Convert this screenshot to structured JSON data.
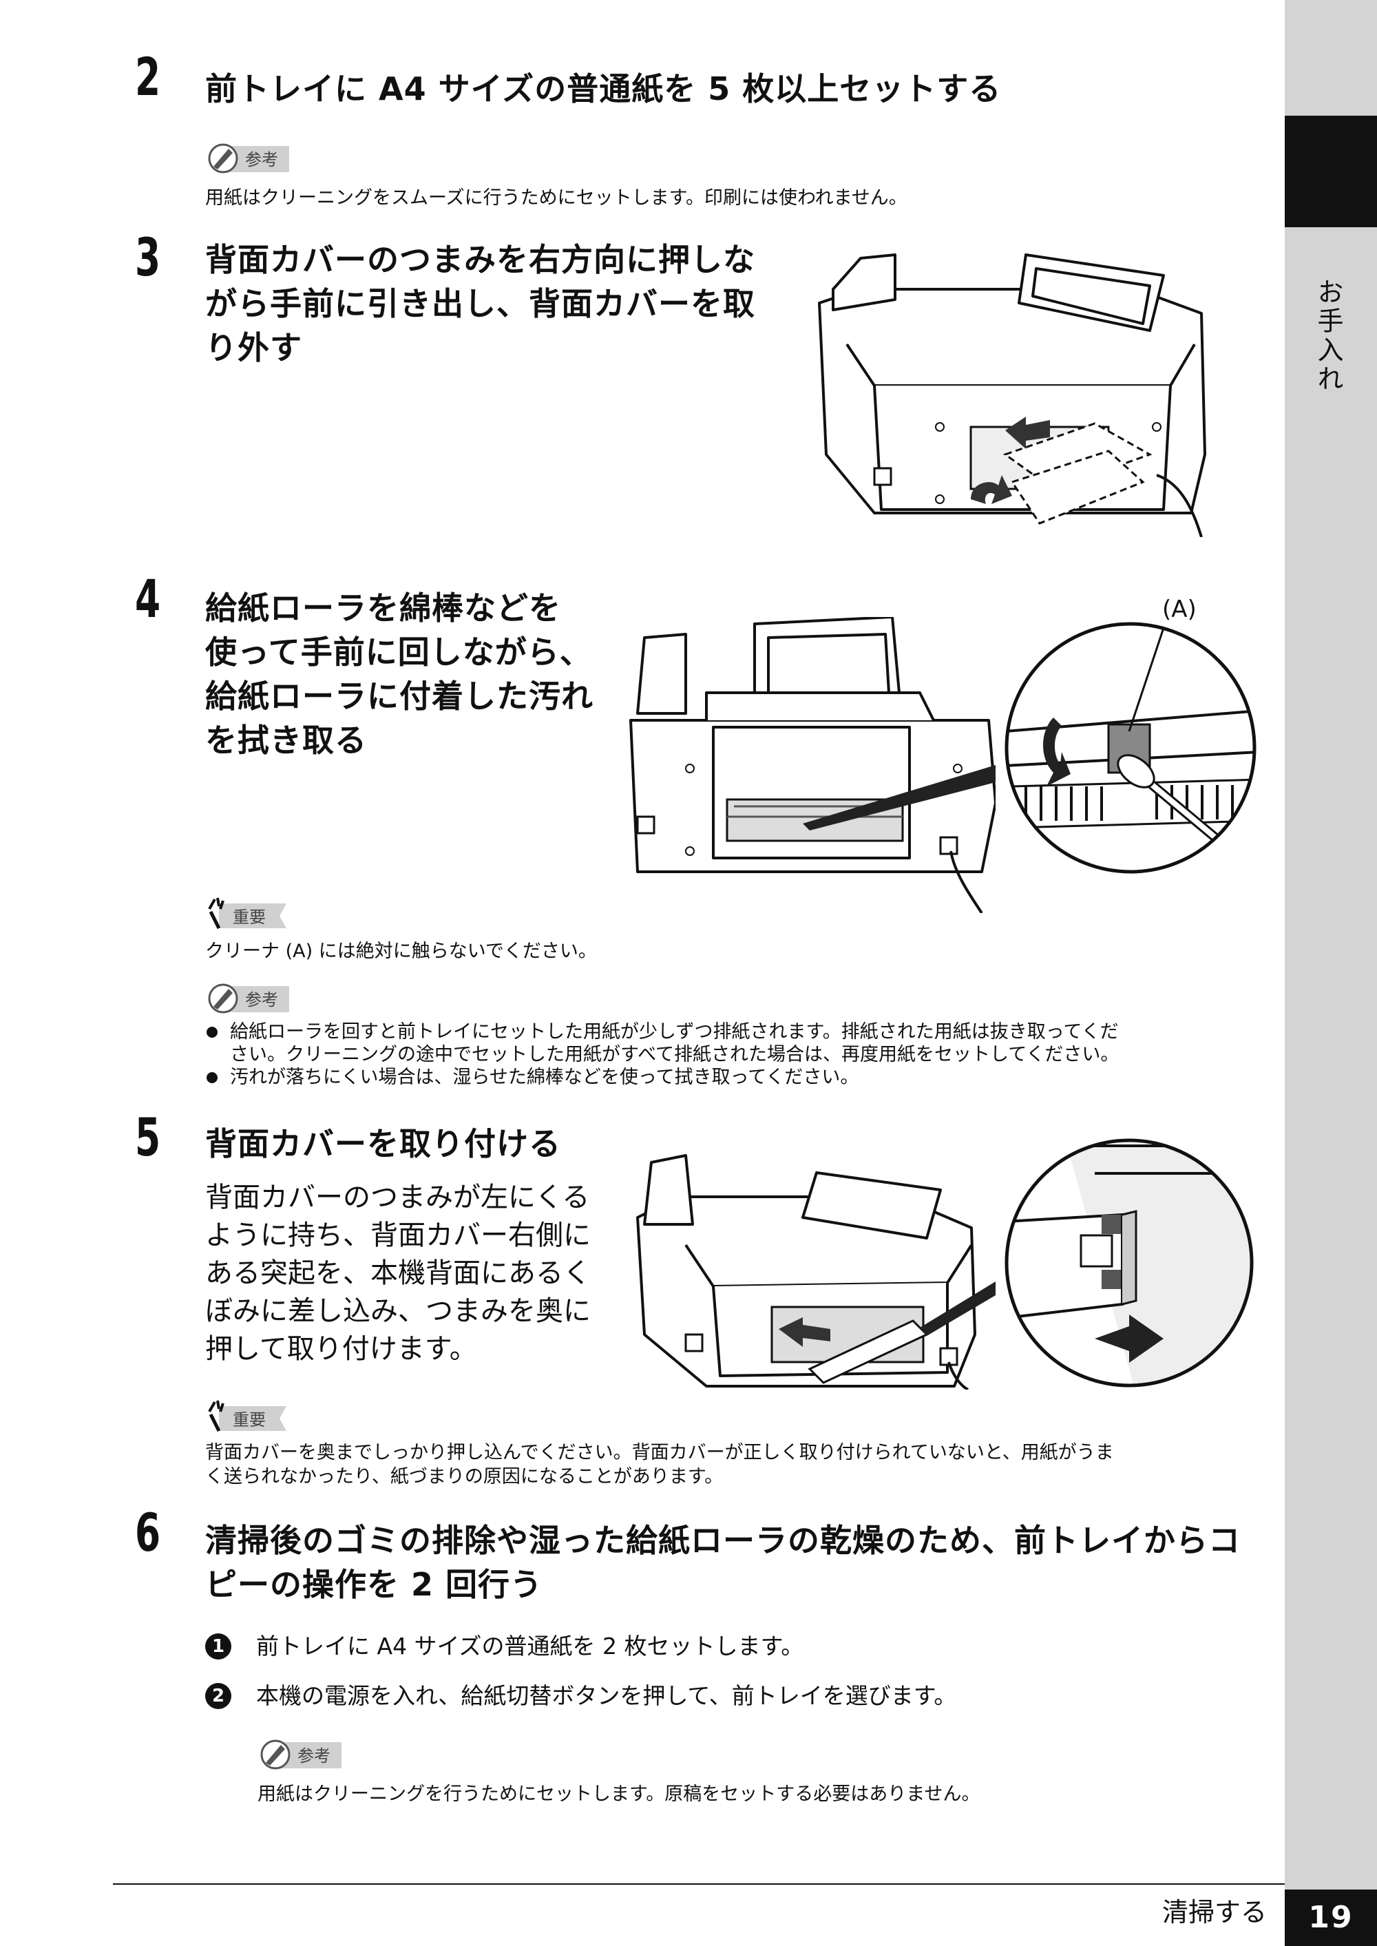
{
  "sidebar": {
    "label": "お手入れ"
  },
  "footer": {
    "section": "清掃する",
    "page_number": "19"
  },
  "steps": [
    {
      "number": "2",
      "heading": "前トレイに A4 サイズの普通紙を 5 枚以上セットする"
    },
    {
      "number": "3",
      "heading_lines": [
        "背面カバーのつまみを右方向に押しな",
        "がら手前に引き出し、背面カバーを取",
        "り外す"
      ]
    },
    {
      "number": "4",
      "heading_lines": [
        "給紙ローラを綿棒などを",
        "使って手前に回しながら、",
        "給紙ローラに付着した汚れ",
        "を拭き取る"
      ]
    },
    {
      "number": "5",
      "heading": "背面カバーを取り付ける",
      "body_lines": [
        "背面カバーのつまみが左にくる",
        "ように持ち、背面カバー右側に",
        "ある突起を、本機背面にあるく",
        "ぼみに差し込み、つまみを奥に",
        "押して取り付けます。"
      ]
    },
    {
      "number": "6",
      "heading_lines": [
        "清掃後のゴミの排除や湿った給紙ローラの乾燥のため、前トレイからコ",
        "ピーの操作を 2 回行う"
      ],
      "substeps": [
        {
          "marker": "1",
          "text": "前トレイに A4 サイズの普通紙を 2 枚セットします。"
        },
        {
          "marker": "2",
          "text": "本機の電源を入れ、給紙切替ボタンを押して、前トレイを選びます。"
        }
      ]
    }
  ],
  "notes": {
    "label_reference": "参考",
    "label_important": "重要",
    "step2_note": "用紙はクリーニングをスムーズに行うためにセットします。印刷には使われません。",
    "step4_important": "クリーナ (A) には絶対に触らないでください。",
    "step4_bullets": [
      {
        "lines": [
          "給紙ローラを回すと前トレイにセットした用紙が少しずつ排紙されます。排紙された用紙は抜き取ってくだ",
          "さい。クリーニングの途中でセットした用紙がすべて排紙された場合は、再度用紙をセットしてください。"
        ]
      },
      {
        "lines": [
          "汚れが落ちにくい場合は、湿らせた綿棒などを使って拭き取ってください。"
        ]
      }
    ],
    "step5_important_lines": [
      "背面カバーを奥までしっかり押し込んでください。背面カバーが正しく取り付けられていないと、用紙がうま",
      "く送られなかったり、紙づまりの原因になることがあります。"
    ],
    "step6_note": "用紙はクリーニングを行うためにセットします。原稿をセットする必要はありません。"
  },
  "figures": {
    "step4_callout": "(A)"
  }
}
